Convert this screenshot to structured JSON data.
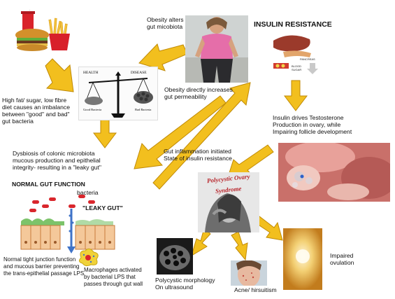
{
  "texts": {
    "obesity_alters": "Obesity alters\ngut micobiota",
    "insulin_resistance_title": "INSULIN RESISTANCE",
    "high_fat": "High fat/ sugar, low fibre\ndiet causes an imbalance\nbetween \"good\" and bad\"\n gut bacteria",
    "obesity_permeability": "Obesity directly increases\ngut permeability",
    "insulin_drives": "Insulin drives Testosterone\nProduction in ovary, while\nImpairing follicle development",
    "dysbiosis": "Dysbiosis of colonic microbiota\nmucous production and epithelial\nintegrity-  resulting in a \"leaky gut\"",
    "gut_inflammation": "Gut inflammation initiated\nState of insulin resistance",
    "normal_gut_function": "NORMAL GUT FUNCTION",
    "bacteria": "bacteria",
    "leaky_gut": "\"LEAKY GUT\"",
    "normal_tight_junction": "Normal tight junction function\nand mucous barrier preventing\nthe trans-epithelial passage LPS",
    "macrophages": "Macrophages activated\nby bacterial LPS that\npasses through gut wall",
    "polycystic_morphology": "Polycystic morphology\nOn ultrasound",
    "acne": "Acne/ hirsuitism",
    "impaired_ovulation": "Impaired\novulation"
  },
  "scale_labels": {
    "health": "HEALTH",
    "disease": "DISEASE",
    "good_bacteria": "Good Bacteria",
    "bad_bacteria": "Bad Bacteria"
  },
  "organ_labels": {
    "pancreas": "PANCREAS",
    "blood_sugar": "BLOOD\nSUGAR"
  },
  "pcos_logo_text": "Polycystic Ovary Syndrome",
  "colors": {
    "arrow_fill": "#f2bf1e",
    "arrow_stroke": "#c08a06",
    "mucus": "#7cc36a",
    "cell_fill": "#f4c89a",
    "bacteria_red": "#d9262c",
    "lps_blue": "#3f73c8"
  }
}
